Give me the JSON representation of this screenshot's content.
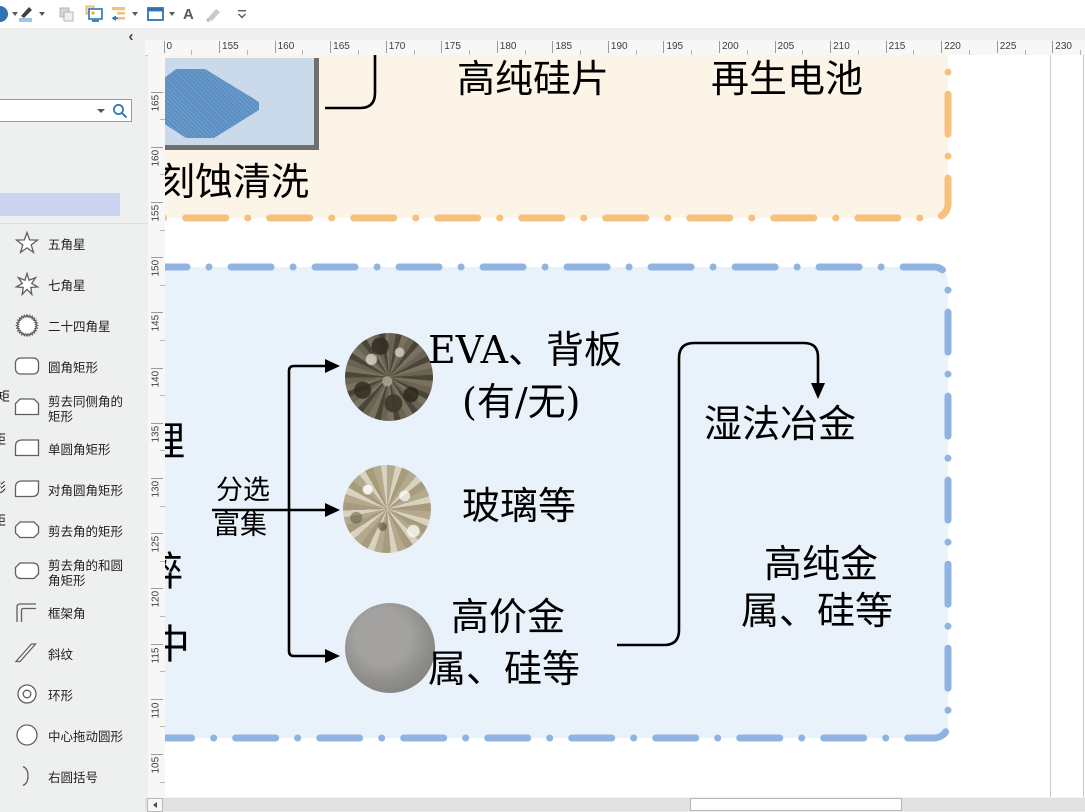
{
  "toolbar": {
    "font_button_label": "A",
    "icons": [
      "undo-partial",
      "ink-pen",
      "copy",
      "screen-image",
      "indent-arrow",
      "pane",
      "font-a",
      "brush",
      "qat-overflow"
    ]
  },
  "sidebar": {
    "collapse_icon": "‹",
    "search": {
      "value": "",
      "placeholder": ""
    },
    "shapes": [
      {
        "label": "五角星",
        "icon": "star5"
      },
      {
        "label": "七角星",
        "icon": "star7"
      },
      {
        "label": "二十四角星",
        "icon": "star24"
      },
      {
        "label": "圆角矩形",
        "icon": "roundrect"
      },
      {
        "label": "剪去同侧角的 矩形",
        "icon": "snipsame"
      },
      {
        "label": "单圆角矩形",
        "icon": "round1"
      },
      {
        "label": "对角圆角矩形",
        "icon": "rounddiag"
      },
      {
        "label": "剪去角的矩形",
        "icon": "snip"
      },
      {
        "label": "剪去角的和圆 角矩形",
        "icon": "snipround"
      },
      {
        "label": "框架角",
        "icon": "framecorner"
      },
      {
        "label": "斜纹",
        "icon": "stripe"
      },
      {
        "label": "环形",
        "icon": "ring"
      },
      {
        "label": "中心拖动圆形",
        "icon": "circle"
      },
      {
        "label": "右圆括号",
        "icon": "rparen"
      }
    ],
    "clipped_column_labels": [
      "矩",
      "矩",
      "形",
      "矩"
    ]
  },
  "rulers": {
    "horizontal": [
      "0",
      "155",
      "160",
      "165",
      "170",
      "175",
      "180",
      "185",
      "190",
      "195",
      "200",
      "205",
      "210",
      "215",
      "220",
      "225",
      "230"
    ],
    "vertical": [
      "165",
      "160",
      "155",
      "150",
      "145",
      "140",
      "135",
      "130",
      "125",
      "120",
      "115",
      "110",
      "105"
    ]
  },
  "diagram": {
    "top_box": {
      "fill": "#fbf4e7",
      "border_color": "#f7c07c",
      "wafer_caption": "刻蚀清洗",
      "label_silicon": "高纯硅片",
      "label_battery": "再生电池"
    },
    "blue_box": {
      "fill": "#e9f1fa",
      "border_color": "#8fb4e2",
      "branch_label_top": "分选",
      "branch_label_bottom": "富集",
      "outputs": [
        {
          "line1": "EVA、背板",
          "line2": "(有/无)"
        },
        {
          "line1": "玻璃等",
          "line2": ""
        },
        {
          "line1": "高价金",
          "line2": "属、硅等"
        }
      ],
      "process": "湿法冶金",
      "result_line1": "高纯金",
      "result_line2": "属、硅等",
      "clipped_left_labels": [
        "理",
        "碎",
        "中"
      ]
    }
  }
}
